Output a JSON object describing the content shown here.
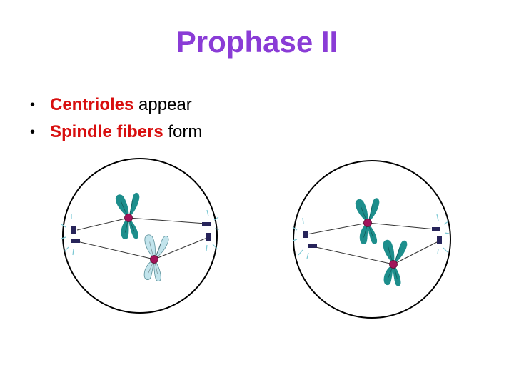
{
  "slide": {
    "title": "Prophase II",
    "title_color": "#8a3cd6",
    "bullets": [
      {
        "bullet": "•",
        "key": "Centrioles",
        "rest": "appear"
      },
      {
        "bullet": "•",
        "key": "Spindle fibers",
        "rest": "form"
      }
    ],
    "key_color": "#d80e0e"
  },
  "diagram": {
    "cells": [
      "left-cell",
      "right-cell"
    ],
    "colors": {
      "chromosome_dark": "#1d8e8c",
      "chromosome_light": "#c2e4ec",
      "centromere": "#a2145a",
      "centriole": "#27245a",
      "aster": "#7cc8d4",
      "spindle": "#333333"
    }
  }
}
